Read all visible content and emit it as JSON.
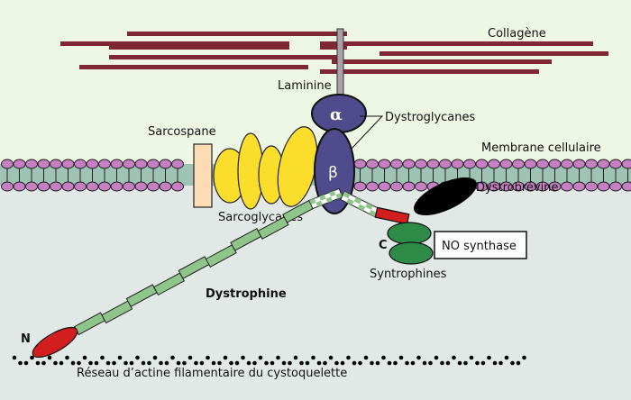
{
  "diagram": {
    "title": "Complexe dystrophine-glycoprotéines",
    "colors": {
      "extracellular_bg": "#eef6e4",
      "intracellular_bg": "#e2e8e6",
      "collagen": "#7f2733",
      "laminin": "#a9a0a8",
      "lipid_head": "#c77fc4",
      "membrane_core": "#9ec3b4",
      "sarcospan": "#fbdcb4",
      "sarcoglycan": "#fbdd2c",
      "dystroglycan": "#4f4b8c",
      "dystrophin_rod": "#8fc48a",
      "dystrophin_nterm": "#d21e1e",
      "dystrophin_cterm": "#d21e1e",
      "syntrophin": "#2e8b47",
      "dystrobrevin": "#000000",
      "actin": "#000000"
    },
    "labels": {
      "collagen": "Collagène",
      "laminin": "Laminine",
      "dystroglycans": "Dystroglycanes",
      "alpha": "α",
      "beta": "β",
      "membrane": "Membrane cellulaire",
      "sarcospan": "Sarcospane",
      "sarcoglycans": "Sarcoglycanes",
      "dystrobrevin": "Dystrobrévine",
      "c_terminus": "C",
      "no_synthase": "NO synthase",
      "syntrophins": "Syntrophines",
      "dystrophin": "Dystrophine",
      "n_terminus": "N",
      "actin_network": "Réseau d’actine filamentaire du cystoquelette"
    }
  }
}
